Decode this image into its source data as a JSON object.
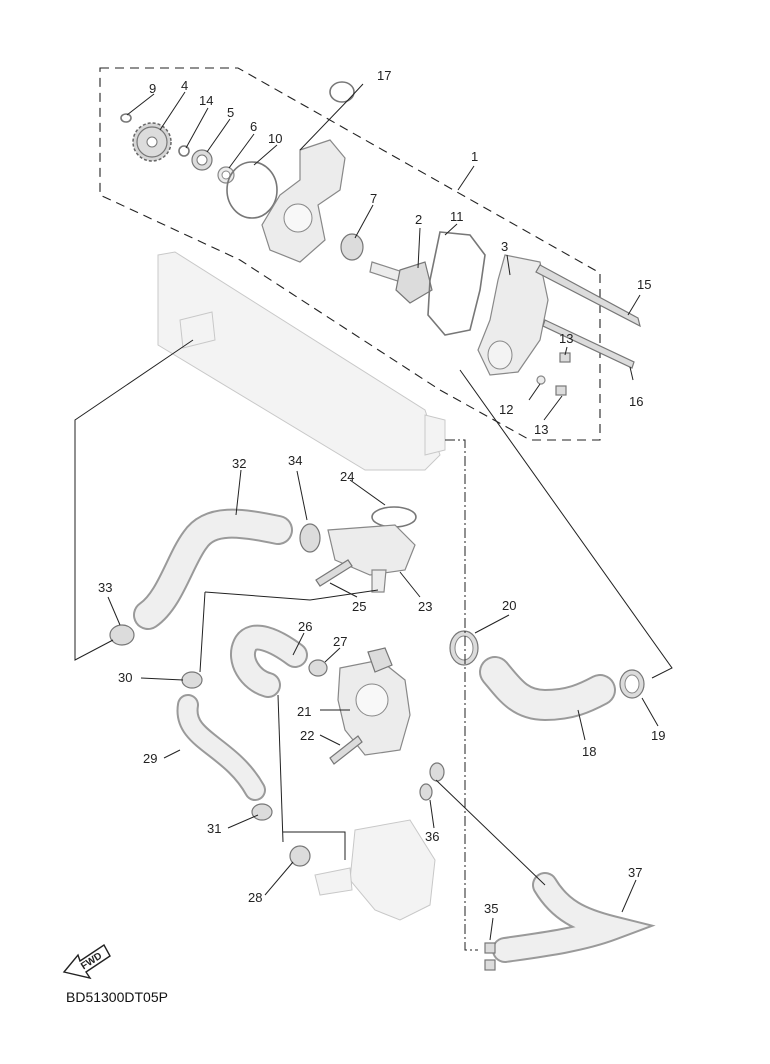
{
  "diagram": {
    "code": "BD51300DT05P",
    "fwd_label": "FWD",
    "callouts": [
      "1",
      "2",
      "3",
      "4",
      "5",
      "6",
      "7",
      "9",
      "10",
      "11",
      "12",
      "13",
      "13",
      "14",
      "15",
      "16",
      "17",
      "18",
      "19",
      "20",
      "21",
      "22",
      "23",
      "24",
      "25",
      "26",
      "27",
      "28",
      "29",
      "30",
      "31",
      "32",
      "33",
      "34",
      "35",
      "36",
      "37"
    ]
  }
}
